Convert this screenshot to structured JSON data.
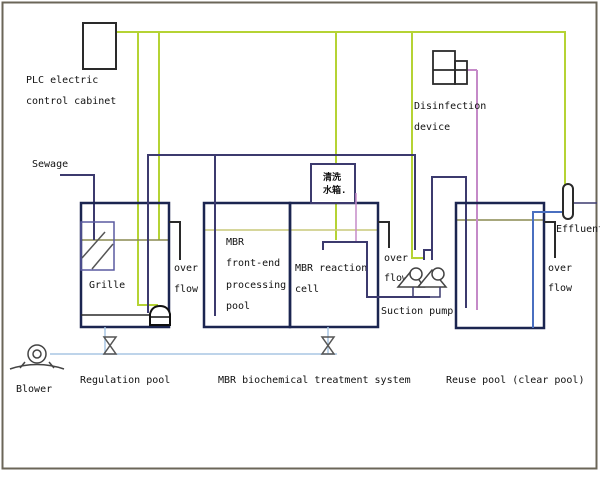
{
  "diagram": {
    "title": "MBR wastewater treatment process flow",
    "colors": {
      "frame": "#6b6658",
      "tank": "#1b2550",
      "pipe_dark": "#3c3a6e",
      "control_line": "#b5d334",
      "disinfection_line": "#c58ac8",
      "air_line": "#a9c6e3",
      "effluent_line": "#4a6fc0",
      "water_level": "#8a8a50"
    },
    "components": {
      "plc_cabinet": {
        "label_line1": "PLC electric",
        "label_line2": "control cabinet",
        "icon": "cabinet-icon"
      },
      "disinfection": {
        "label_line1": "Disinfection",
        "label_line2": "device",
        "icon": "dosing-device-icon"
      },
      "sewage": {
        "label": "Sewage"
      },
      "grille": {
        "label": "Grille",
        "icon": "bar-screen-icon"
      },
      "regulation_pool": {
        "label": "Regulation pool",
        "overflow_line1": "over",
        "overflow_line2": "flow"
      },
      "mbr_front": {
        "label_lines": [
          "MBR",
          "front-end",
          "processing",
          "pool"
        ]
      },
      "mbr_reaction": {
        "label_line1": "MBR reaction",
        "label_line2": "cell",
        "overflow_line1": "over",
        "overflow_line2": "flow"
      },
      "wash_tank": {
        "label_line1": "清洗",
        "label_line2": "水箱."
      },
      "suction_pump": {
        "label": "Suction pump",
        "icon": "pump-icon"
      },
      "reuse_pool": {
        "label": "Reuse pool (clear pool)",
        "overflow_line1": "over",
        "overflow_line2": "flow"
      },
      "effluent": {
        "label": "Effluent",
        "icon": "flowmeter-icon"
      },
      "blower": {
        "label": "Blower",
        "icon": "blower-icon"
      },
      "mbr_system": {
        "label": "MBR biochemical treatment system"
      }
    }
  }
}
